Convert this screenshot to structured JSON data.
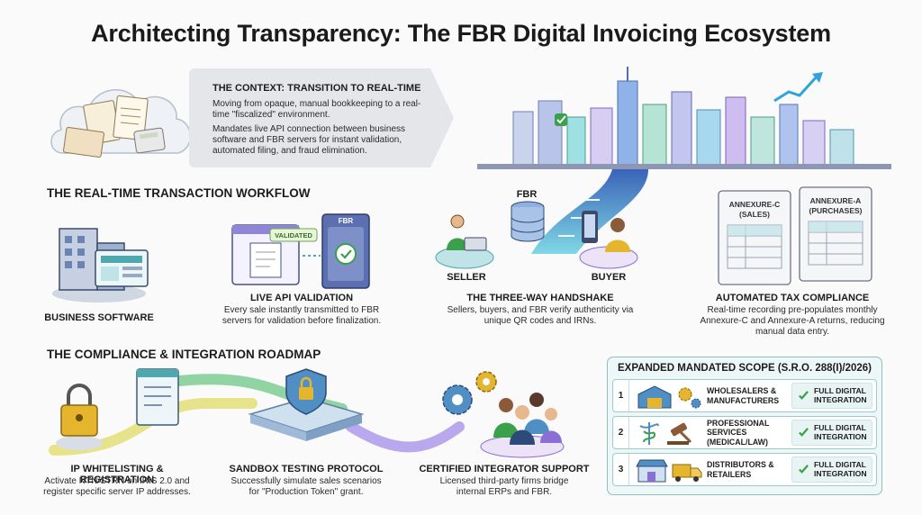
{
  "title": "Architecting Transparency: The FBR Digital Invoicing Ecosystem",
  "context": {
    "heading": "THE CONTEXT: TRANSITION TO REAL-TIME",
    "para1": "Moving from opaque, manual bookkeeping to a real-time \"fiscalized\" environment.",
    "para2": "Mandates live API connection between business software and FBR servers for instant validation, automated filing, and fraud elimination."
  },
  "workflow": {
    "heading": "THE REAL-TIME TRANSACTION WORKFLOW",
    "business_software": "BUSINESS SOFTWARE",
    "validated_badge": "VALIDATED",
    "server_label": "FBR",
    "live_api": {
      "heading": "LIVE API VALIDATION",
      "text": "Every sale instantly transmitted to FBR servers for validation before finalization."
    },
    "handshake": {
      "fbr": "FBR",
      "seller": "SELLER",
      "buyer": "BUYER",
      "heading": "THE THREE-WAY HANDSHAKE",
      "text": "Sellers, buyers, and FBR verify authenticity via unique QR codes and IRNs."
    },
    "tax": {
      "annex_c": "ANNEXURE-C (SALES)",
      "annex_a": "ANNEXURE-A (PURCHASES)",
      "heading": "AUTOMATED TAX COMPLIANCE",
      "text": "Real-time recording pre-populates monthly Annexure-C and Annexure-A returns, reducing manual data entry."
    }
  },
  "roadmap": {
    "heading": "THE COMPLIANCE & INTEGRATION ROADMAP",
    "steps": [
      {
        "heading": "IP WHITELISTING & REGISTRATION",
        "text": "Activate NTN/STRN on IRIS 2.0 and register specific server IP addresses."
      },
      {
        "heading": "SANDBOX TESTING PROTOCOL",
        "text": "Successfully simulate sales scenarios for \"Production Token\" grant."
      },
      {
        "heading": "CERTIFIED INTEGRATOR SUPPORT",
        "text": "Licensed third-party firms bridge internal ERPs and FBR."
      }
    ]
  },
  "scope": {
    "heading": "EXPANDED MANDATED SCOPE (S.R.O. 288(I)/2026)",
    "rows": [
      {
        "num": "1",
        "category": "WHOLESALERS & MANUFACTURERS",
        "status": "FULL DIGITAL INTEGRATION"
      },
      {
        "num": "2",
        "category": "PROFESSIONAL SERVICES (MEDICAL/LAW)",
        "status": "FULL DIGITAL INTEGRATION"
      },
      {
        "num": "3",
        "category": "DISTRIBUTORS & RETAILERS",
        "status": "FULL DIGITAL INTEGRATION"
      }
    ]
  },
  "colors": {
    "teal": "#4fa7b0",
    "green": "#3aa04a",
    "purple": "#8a6fd6",
    "navy": "#2e4a78",
    "gold": "#e6b52e"
  },
  "icons": [
    "cloud-icon",
    "city-icon",
    "building-icon",
    "browser-icon",
    "server-icon",
    "database-icon",
    "person-icon",
    "phone-icon",
    "document-icon",
    "lock-icon",
    "shield-icon",
    "gears-icon",
    "people-icon",
    "warehouse-icon",
    "caduceus-icon",
    "gavel-icon",
    "storefront-icon",
    "truck-icon",
    "check-icon"
  ]
}
